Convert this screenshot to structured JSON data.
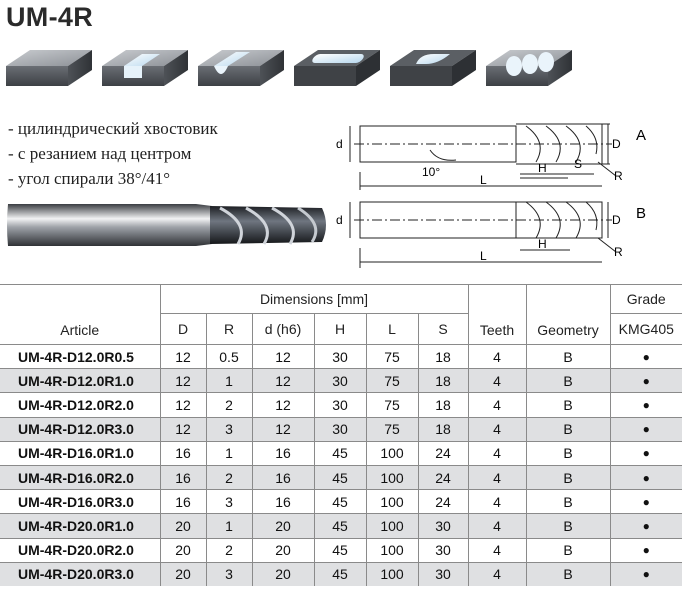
{
  "title": "UM-4R",
  "features": [
    "- цилиндрический хвостовик",
    "- с резанием над центром",
    "- угол спирали 38°/41°"
  ],
  "drawing_a": {
    "label": "A",
    "dims": {
      "d": "d",
      "D": "D",
      "L": "L",
      "H": "H",
      "S": "S",
      "R": "R",
      "angle": "10°"
    }
  },
  "drawing_b": {
    "label": "B",
    "dims": {
      "d": "d",
      "D": "D",
      "L": "L",
      "H": "H",
      "R": "R"
    }
  },
  "table": {
    "headers": {
      "article": "Article",
      "dimensions": "Dimensions [mm]",
      "D": "D",
      "R": "R",
      "d": "d (h6)",
      "H": "H",
      "L": "L",
      "S": "S",
      "teeth": "Teeth",
      "geometry": "Geometry",
      "grade": "Grade",
      "grade_name": "KMG405"
    },
    "rows": [
      {
        "article": "UM-4R-D12.0R0.5",
        "D": "12",
        "R": "0.5",
        "d": "12",
        "H": "30",
        "L": "75",
        "S": "18",
        "teeth": "4",
        "geometry": "B",
        "grade": "●"
      },
      {
        "article": "UM-4R-D12.0R1.0",
        "D": "12",
        "R": "1",
        "d": "12",
        "H": "30",
        "L": "75",
        "S": "18",
        "teeth": "4",
        "geometry": "B",
        "grade": "●"
      },
      {
        "article": "UM-4R-D12.0R2.0",
        "D": "12",
        "R": "2",
        "d": "12",
        "H": "30",
        "L": "75",
        "S": "18",
        "teeth": "4",
        "geometry": "B",
        "grade": "●"
      },
      {
        "article": "UM-4R-D12.0R3.0",
        "D": "12",
        "R": "3",
        "d": "12",
        "H": "30",
        "L": "75",
        "S": "18",
        "teeth": "4",
        "geometry": "B",
        "grade": "●"
      },
      {
        "article": "UM-4R-D16.0R1.0",
        "D": "16",
        "R": "1",
        "d": "16",
        "H": "45",
        "L": "100",
        "S": "24",
        "teeth": "4",
        "geometry": "B",
        "grade": "●"
      },
      {
        "article": "UM-4R-D16.0R2.0",
        "D": "16",
        "R": "2",
        "d": "16",
        "H": "45",
        "L": "100",
        "S": "24",
        "teeth": "4",
        "geometry": "B",
        "grade": "●"
      },
      {
        "article": "UM-4R-D16.0R3.0",
        "D": "16",
        "R": "3",
        "d": "16",
        "H": "45",
        "L": "100",
        "S": "24",
        "teeth": "4",
        "geometry": "B",
        "grade": "●"
      },
      {
        "article": "UM-4R-D20.0R1.0",
        "D": "20",
        "R": "1",
        "d": "20",
        "H": "45",
        "L": "100",
        "S": "30",
        "teeth": "4",
        "geometry": "B",
        "grade": "●"
      },
      {
        "article": "UM-4R-D20.0R2.0",
        "D": "20",
        "R": "2",
        "d": "20",
        "H": "45",
        "L": "100",
        "S": "30",
        "teeth": "4",
        "geometry": "B",
        "grade": "●"
      },
      {
        "article": "UM-4R-D20.0R3.0",
        "D": "20",
        "R": "3",
        "d": "20",
        "H": "45",
        "L": "100",
        "S": "30",
        "teeth": "4",
        "geometry": "B",
        "grade": "●"
      }
    ]
  }
}
